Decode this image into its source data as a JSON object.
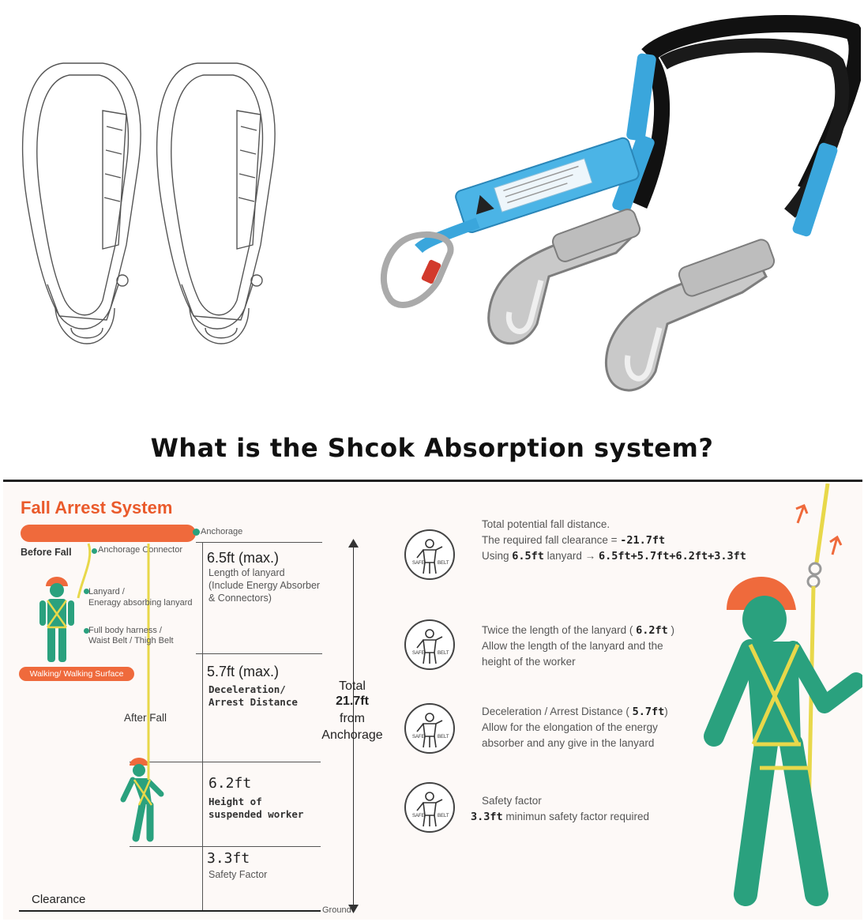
{
  "headline": "What is the Shcok Absorption system?",
  "diagram": {
    "title": "Fall  Arrest  System",
    "anchorage": "Anchorage",
    "anchorage_connector": "Anchorage Connector",
    "before_fall": "Before  Fall",
    "after_fall": "After  Fall",
    "lanyard_1": "Lanyard /",
    "lanyard_2": "Eneragy absorbing lanyard",
    "harness_1": "Full body harness /",
    "harness_2": "Waist Belt / Thigh Belt",
    "walking_surface": "Walking/ Walking Surface",
    "clearance": "Clearance",
    "ground": "Ground",
    "seg1": {
      "value": "6.5ft",
      "max": "(max.)",
      "l1": "Length of lanyard",
      "l2": "(Include Energy Absorber",
      "l3": "& Connectors)"
    },
    "seg2": {
      "value": "5.7ft",
      "max": "(max.)",
      "l1": "Deceleration/",
      "l2": "Arrest Distance"
    },
    "seg3": {
      "value": "6.2ft",
      "l1": "Height of",
      "l2": "suspended worker"
    },
    "seg4": {
      "value": "3.3ft",
      "l1": "Safety Factor"
    },
    "total": {
      "l1": "Total",
      "l2": "21.7ft",
      "l3": "from",
      "l4": "Anchorage"
    }
  },
  "safe_icon_text": {
    "left": "SAFE",
    "right": "BELT"
  },
  "explanations": [
    {
      "l1": "Total potential fall distance.",
      "l2a": "The required fall clearance = ",
      "l2b": "-21.7ft",
      "l3a": "Using ",
      "l3b": "6.5ft",
      "l3c": " lanyard → ",
      "l3d": "6.5ft+5.7ft+6.2ft+3.3ft"
    },
    {
      "l1a": "Twice the length of the lanyard ( ",
      "l1b": "6.2ft",
      "l1c": " )",
      "l2": "Allow the length of the lanyard and the",
      "l3": "height of the worker"
    },
    {
      "l1a": "Deceleration / Arrest Distance ( ",
      "l1b": "5.7ft",
      "l1c": ")",
      "l2": "Allow for the elongation of the energy",
      "l3": "absorber and any give in the lanyard"
    },
    {
      "l1": "Safety factor",
      "l2a": "3.3ft",
      "l2b": " minimun safety factor required"
    }
  ],
  "colors": {
    "orange": "#ef6a3c",
    "teal": "#2aa17e",
    "yellow": "#e8d84a",
    "blue": "#3aa6dc"
  }
}
